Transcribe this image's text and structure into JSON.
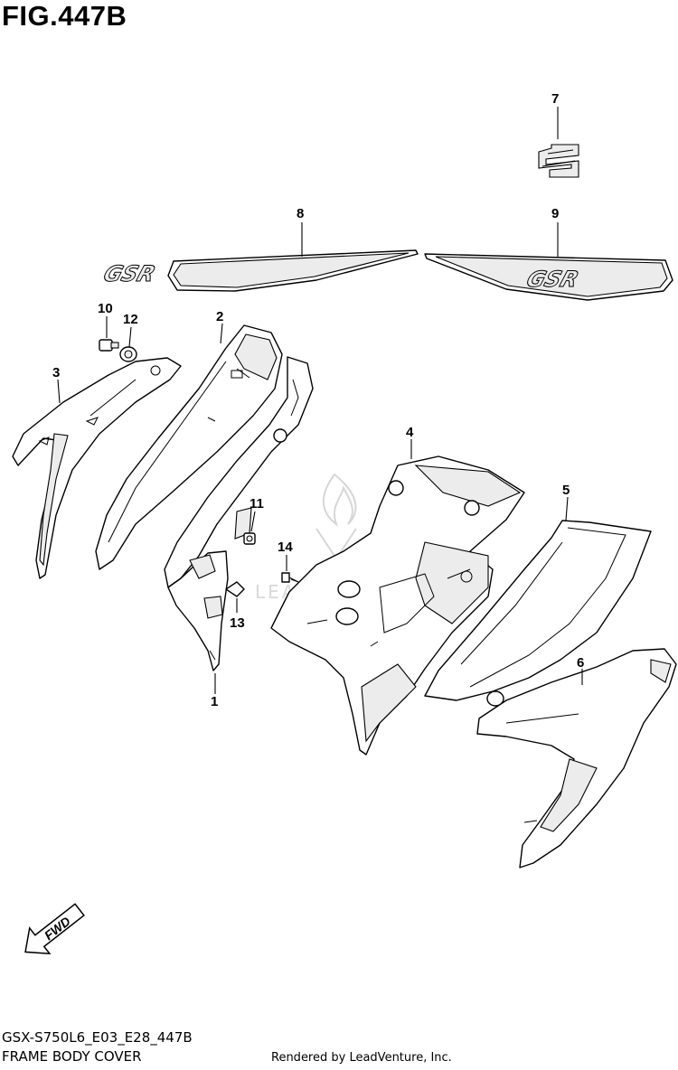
{
  "header": {
    "figure_title": "FIG.447B"
  },
  "footer": {
    "model_code": "GSX-S750L6_E03_E28_447B",
    "figure_name": "FRAME BODY COVER",
    "credit": "Rendered by LeadVenture, Inc."
  },
  "watermark": {
    "text": "LEADVENTURE"
  },
  "decal": {
    "text": "GSR"
  },
  "fwd_arrow": {
    "label": "FWD"
  },
  "callouts": {
    "c1": "1",
    "c2": "2",
    "c3": "3",
    "c4": "4",
    "c5": "5",
    "c6": "6",
    "c7": "7",
    "c8": "8",
    "c9": "9",
    "c10": "10",
    "c11": "11",
    "c12": "12",
    "c13": "13",
    "c14": "14"
  }
}
